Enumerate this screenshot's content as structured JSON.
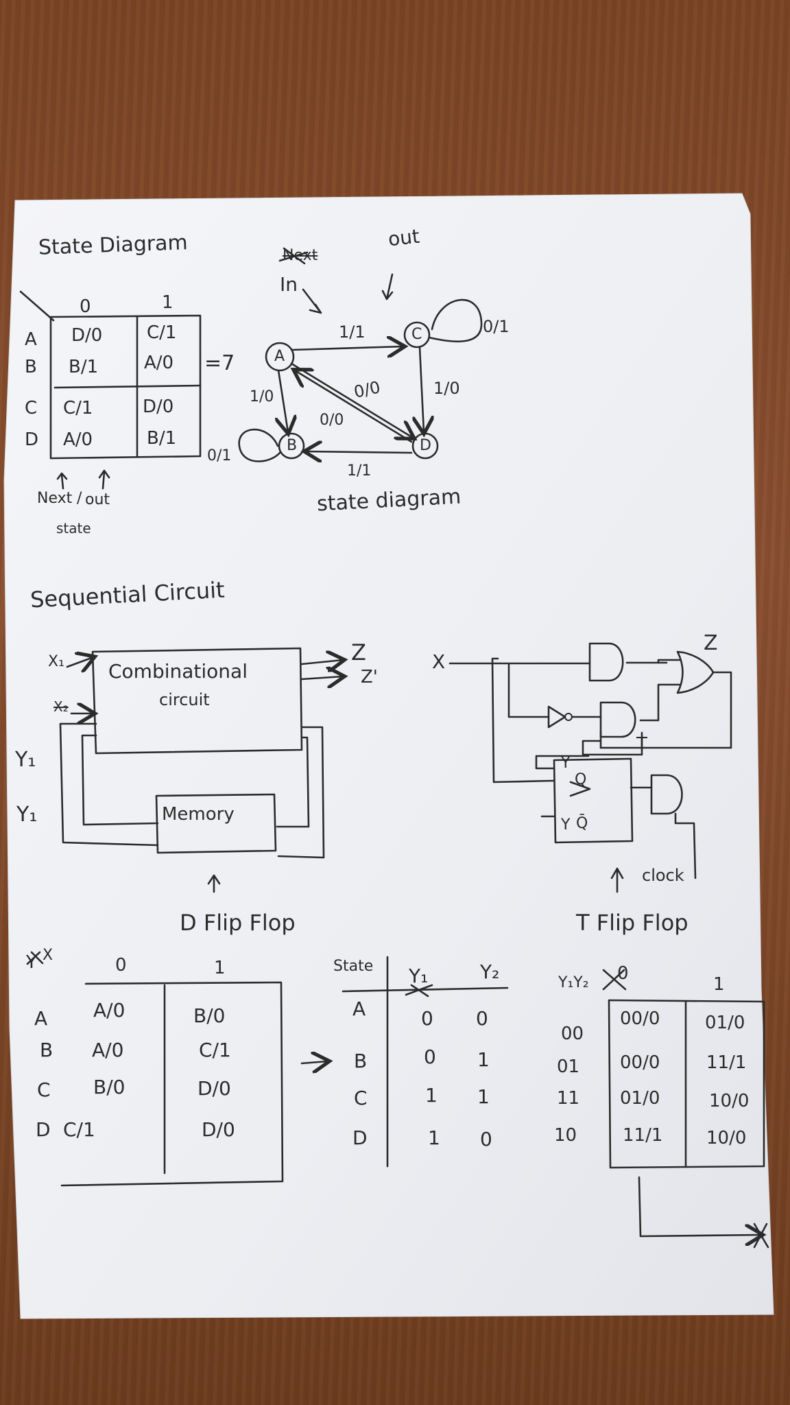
{
  "state_table": {
    "title": "State Diagram",
    "col_0": "0",
    "col_1": "1",
    "rows": [
      {
        "state": "A",
        "v0": "D/0",
        "v1": "C/1"
      },
      {
        "state": "B",
        "v0": "B/1",
        "v1": "A/0"
      },
      {
        "state": "C",
        "v0": "C/1",
        "v1": "D/0"
      },
      {
        "state": "D",
        "v0": "A/0",
        "v1": "B/1"
      }
    ],
    "implies": "=7",
    "foot_next": "Next",
    "foot_slash": "/",
    "foot_out": "out",
    "foot_state": "state"
  },
  "state_diagram": {
    "label_next_crossed": "Next",
    "label_in": "In",
    "label_out": "out",
    "caption": "state diagram",
    "nodes": [
      "A",
      "B",
      "C",
      "D"
    ],
    "edge_labels": {
      "a_to_c": "1/1",
      "c_self": "0/1",
      "a_to_d": "0/0",
      "c_to_d": "1/0",
      "a_to_b": "1/0",
      "d_to_a": "0/0",
      "b_self": "0/1",
      "d_to_b": "1/1"
    }
  },
  "sequential": {
    "title": "Sequential Circuit",
    "comb_line1": "Combinational",
    "comb_line2": "circuit",
    "memory": "Memory",
    "in_x1": "X₁",
    "in_x2": "X₂",
    "y1": "Y₁",
    "y2": "Y₁",
    "out_z": "Z",
    "out_z2": "Z'",
    "dff": "D Flip Flop"
  },
  "logic": {
    "x": "X",
    "z": "Z",
    "t": "T",
    "q": "Q",
    "qbar": "Q̄",
    "y_in": "Y",
    "clock": "clock",
    "tff": "T Flip Flop"
  },
  "table2": {
    "corner_y": "Y",
    "corner_x": "X",
    "col_0": "0",
    "col_1": "1",
    "rows": [
      {
        "state": "A",
        "v0": "A/0",
        "v1": "B/0"
      },
      {
        "state": "B",
        "v0": "A/0",
        "v1": "C/1"
      },
      {
        "state": "C",
        "v0": "B/0",
        "v1": "D/0"
      },
      {
        "state": "D",
        "v0": "C/1",
        "v1": "D/0"
      }
    ]
  },
  "assign": {
    "head_state": "State",
    "head_y1": "Y₁",
    "head_y2": "Y₂",
    "rows": [
      {
        "state": "A",
        "y1": "0",
        "y2": "0"
      },
      {
        "state": "B",
        "y1": "0",
        "y2": "1"
      },
      {
        "state": "C",
        "y1": "1",
        "y2": "1"
      },
      {
        "state": "D",
        "y1": "1",
        "y2": "0"
      }
    ]
  },
  "ttable": {
    "corner": "Y₁Y₂",
    "col_0": "0",
    "col_1": "1",
    "rows": [
      {
        "code": "00",
        "v0": "00/0",
        "v1": "01/0"
      },
      {
        "code": "01",
        "v0": "00/0",
        "v1": "11/1"
      },
      {
        "code": "11",
        "v0": "01/0",
        "v1": "10/0"
      },
      {
        "code": "10",
        "v0": "11/1",
        "v1": "10/0"
      }
    ]
  },
  "colors": {
    "ink": "#2b2b2b",
    "paper": "#f3f4f6",
    "desk": "#7a4424"
  }
}
